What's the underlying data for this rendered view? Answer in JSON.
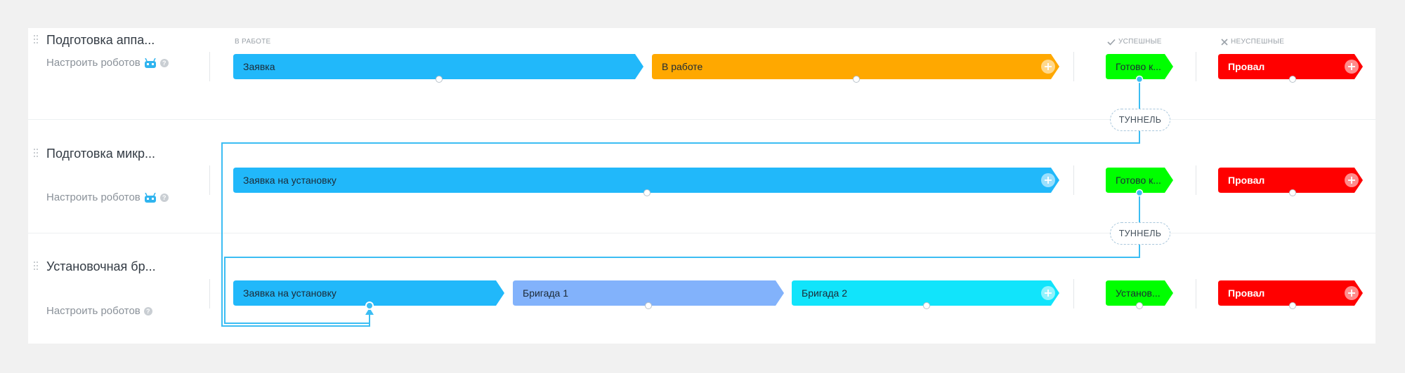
{
  "columns": {
    "in_work": "В РАБОТЕ",
    "success": "УСПЕШНЫЕ",
    "fail": "НЕУСПЕШНЫЕ"
  },
  "colors": {
    "blue": "#21b8fa",
    "orange": "#ffa800",
    "green": "#00ff00",
    "red": "#ff0000",
    "periwinkle": "#82b2fb",
    "cyan": "#11e4fb",
    "link": "#3bbdf3"
  },
  "pipelines": [
    {
      "title": "Подготовка аппа...",
      "robots": "Настроить роботов",
      "stages": [
        "Заявка",
        "В работе"
      ],
      "success": "Готово к...",
      "fail": "Провал"
    },
    {
      "title": "Подготовка микр...",
      "robots": "Настроить роботов",
      "stages": [
        "Заявка на установку"
      ],
      "success": "Готово к...",
      "fail": "Провал"
    },
    {
      "title": "Установочная бр...",
      "robots": "Настроить роботов",
      "stages": [
        "Заявка на установку",
        "Бригада 1",
        "Бригада 2"
      ],
      "success": "Установ...",
      "fail": "Провал"
    }
  ],
  "tunnels": [
    "ТУННЕЛЬ",
    "ТУННЕЛЬ"
  ],
  "icons": {
    "robot": "robot-icon",
    "help": "help-icon",
    "check": "check-icon",
    "cross": "cross-icon",
    "grip": "drag-handle-icon",
    "plus": "add-stage-icon"
  }
}
